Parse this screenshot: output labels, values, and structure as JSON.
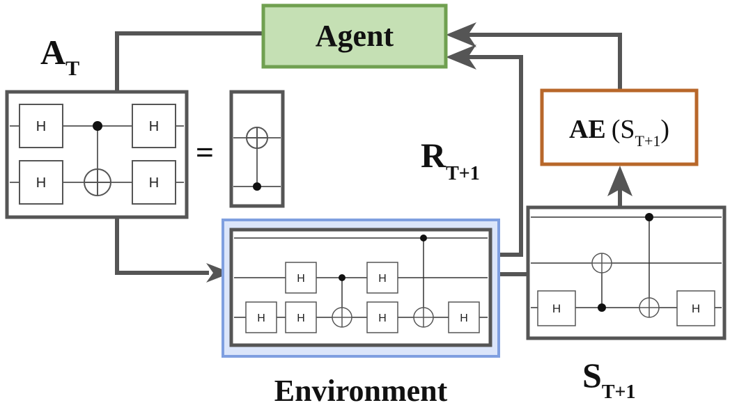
{
  "agent": {
    "label": "Agent",
    "fill": "#c5e0b4",
    "stroke": "#70a050"
  },
  "ae": {
    "prefix": "AE",
    "open": "(S",
    "sub": "T+1",
    "close": ")",
    "stroke": "#b8672a"
  },
  "labels": {
    "action_main": "A",
    "action_sub": "T",
    "reward_main": "R",
    "reward_sub": "T+1",
    "state_main": "S",
    "state_sub": "T+1",
    "equals": "=",
    "environment": "Environment"
  },
  "gate_label": "H",
  "colors": {
    "frame": "#555555",
    "arrow": "#555555",
    "env_halo": "#7f9fe0",
    "env_halo_fill": "#dbe5fa"
  }
}
